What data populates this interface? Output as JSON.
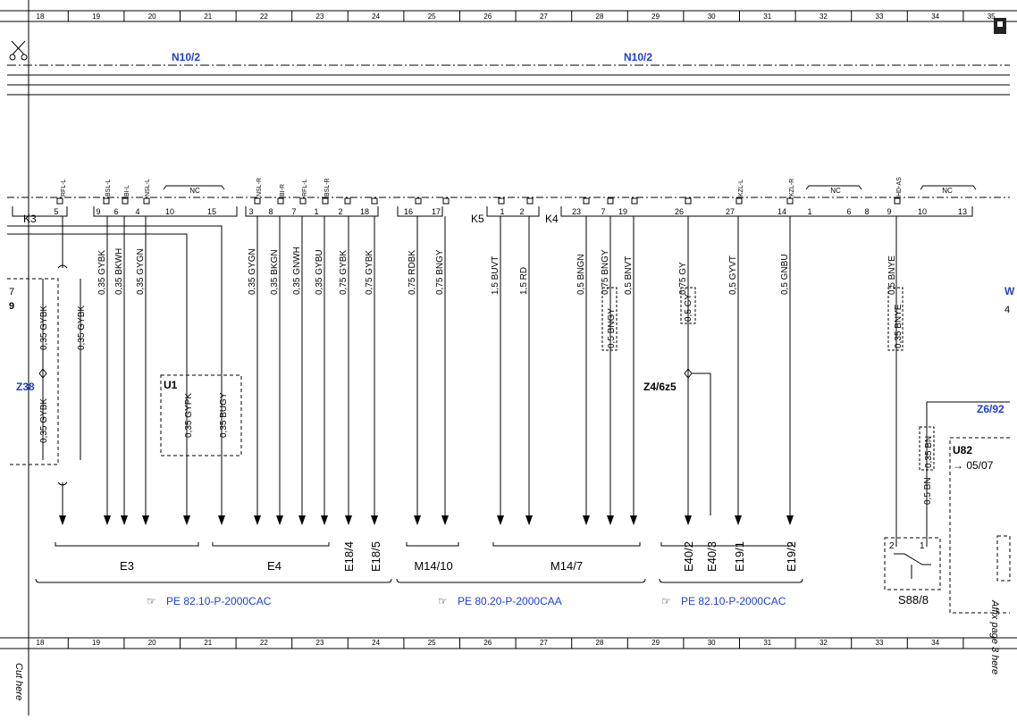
{
  "top_ruler": [
    "18",
    "19",
    "20",
    "21",
    "22",
    "23",
    "24",
    "25",
    "26",
    "27",
    "28",
    "29",
    "30",
    "31",
    "32",
    "33",
    "34",
    "35"
  ],
  "bottom_ruler": [
    "18",
    "19",
    "20",
    "21",
    "22",
    "23",
    "24",
    "25",
    "26",
    "27",
    "28",
    "29",
    "30",
    "31",
    "32",
    "33",
    "34"
  ],
  "modules": {
    "left": "N10/2",
    "right": "N10/2"
  },
  "pins": [
    "5",
    "9",
    "6",
    "4",
    "10",
    "15",
    "3",
    "8",
    "7",
    "1",
    "2",
    "18",
    "16",
    "17",
    "1",
    "2",
    "23",
    "7",
    "19",
    "26",
    "27",
    "14",
    "1",
    "6",
    "8",
    "9",
    "10",
    "13"
  ],
  "pin_labels": [
    "RFL-L",
    "BSL-L",
    "BI-L",
    "NSL-L",
    "NSL-R",
    "BI-R",
    "RFL-L",
    "BSL-R",
    "KZL-L",
    "KZL-R",
    "HD-AS"
  ],
  "nc_labels": [
    "NC",
    "NC",
    "NC"
  ],
  "connectors": [
    "K3",
    "K5",
    "K4"
  ],
  "wires": [
    "0,35 GYBK",
    "0,35 BKWH",
    "0,35 GYGN",
    "0,35 GYGN",
    "0,35 BKGN",
    "0,35 GNWH",
    "0,35 GYBU",
    "0,75 GYBK",
    "0,75 GYBK",
    "0,75 RDBK",
    "0,75 BNGY",
    "1,5 BUVT",
    "1,5 RD",
    "0,5 BNGN",
    "0,75 BNGY",
    "0,5 BNVT",
    "0,75 GY",
    "0,5 GYVT",
    "0,5 GNBU",
    "0,5 BNYE"
  ],
  "boxed_wires": [
    "0,5 GY",
    "0,5 BNGY",
    "0,35 BNYE",
    "0,35 BN"
  ],
  "extra_wires": [
    "0,35 GYBK",
    "0,35 GYBK",
    "0,35 GYBK",
    "0,35 GYPK",
    "0,35 BUGY",
    "0,5 BN"
  ],
  "components": [
    "E3",
    "E4",
    "E18/4",
    "E18/5",
    "M14/10",
    "M14/7",
    "E40/2",
    "E40/3",
    "E19/1",
    "E19/2",
    "S88/8"
  ],
  "references": [
    "PE 82.10-P-2000CAC",
    "PE 80.20-P-2000CAA",
    "PE 82.10-P-2000CAC"
  ],
  "splices": [
    "Z38",
    "Z4/6z5",
    "Z6/92"
  ],
  "u_blocks": [
    "U1",
    "U82"
  ],
  "u82_ref": "05/07",
  "left_edge_fragments": [
    "7",
    "9"
  ],
  "right_edge_fragments": [
    "W",
    "4"
  ],
  "s88_pins": [
    "2",
    "1"
  ],
  "cut_here": "Cut here",
  "affix_note": "Affix page 3 here",
  "colors": {
    "ink": "#000000",
    "link": "#1f3fd0"
  }
}
